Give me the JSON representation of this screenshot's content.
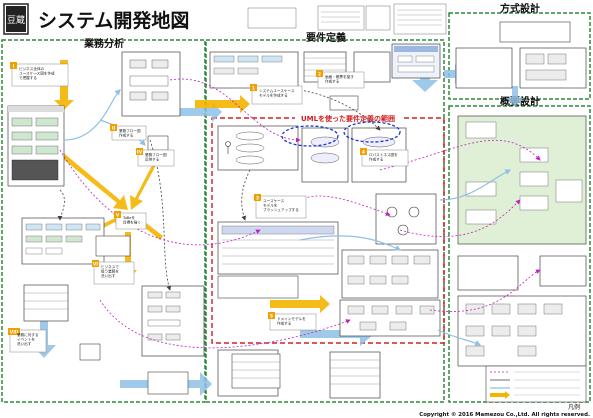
{
  "title": "システム開発地図",
  "logo_text": "豆蔵",
  "sections": {
    "business": "業務分析",
    "requirements": "要件定義",
    "method": "方式設計",
    "overview": "概要設計",
    "uml_scope": "UMLを使った要件定義の範囲"
  },
  "legend": {
    "title": "凡例"
  },
  "copyright": "Copyright © 2016 Mamezou Co.,Ltd. All rights reserved.",
  "steps": [
    {
      "num": "I",
      "text": "ビジネス全体の\nユースケース図を作成\nで把握する"
    },
    {
      "num": "II",
      "text": "業務フロー図\n作成する"
    },
    {
      "num": "IV",
      "text": "業務フロー図\n反映する"
    },
    {
      "num": "V",
      "text": "ToBeを\n目標を描く"
    },
    {
      "num": "VI",
      "text": "ビジネスで\n扱う業務を\n洗い出す"
    },
    {
      "num": "VIII",
      "text": "業務に対する\nイベントを\n洗い出す"
    },
    {
      "num": "1",
      "text": "システムユースケース\nモデルを作成する"
    },
    {
      "num": "2",
      "text": "画面・帳票を描き\n作成する"
    },
    {
      "num": "3",
      "text": "ユースケース\nモデルを\nブラッシュアップする"
    },
    {
      "num": "4",
      "text": "ロバストネス図を\n作成する"
    },
    {
      "num": "5",
      "text": "ドメインモデルを\n作成する"
    }
  ],
  "colors": {
    "accent_green": "#2d8a3a",
    "accent_red": "#d22020",
    "step_orange": "#f0a000",
    "arrow_yellow": "#f4b400",
    "arrow_blue": "#8fc0e6",
    "arrow_magenta": "#c020c0",
    "arrow_dark": "#404040"
  },
  "icons": [
    "book-icon",
    "dashed-arrow-icon",
    "solid-arrow-icon",
    "block-arrow-icon"
  ]
}
